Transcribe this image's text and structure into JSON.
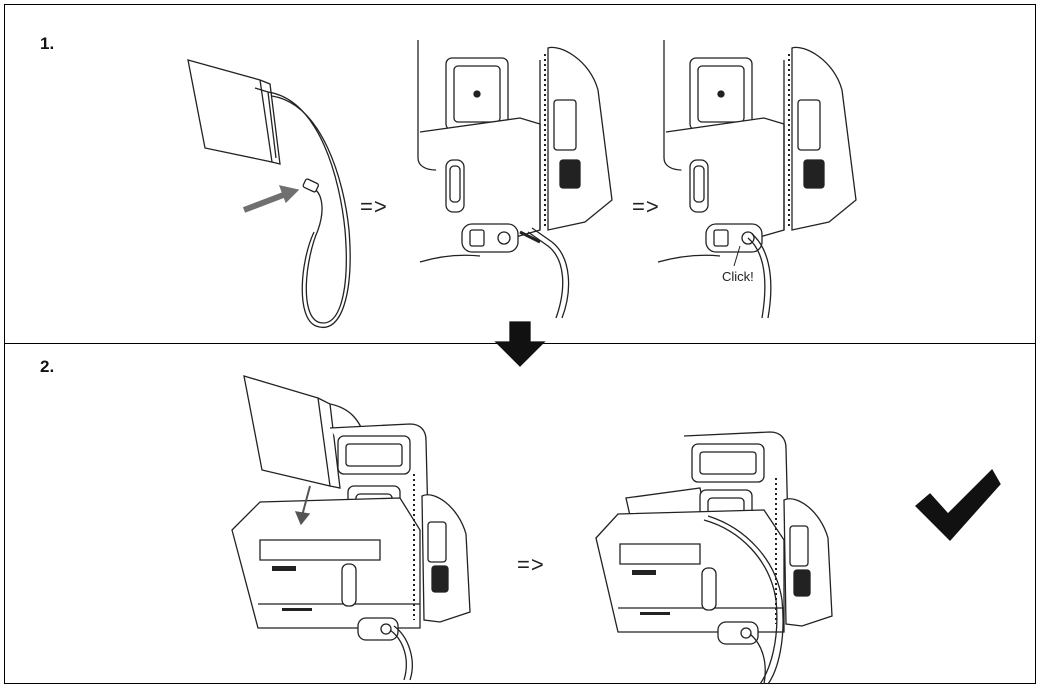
{
  "steps": [
    {
      "label": "1."
    },
    {
      "label": "2."
    }
  ],
  "transition_symbol": "=>",
  "callout": "Click!",
  "colors": {
    "line": "#222222",
    "arrow_gray": "#707070",
    "accent": "#111111"
  }
}
